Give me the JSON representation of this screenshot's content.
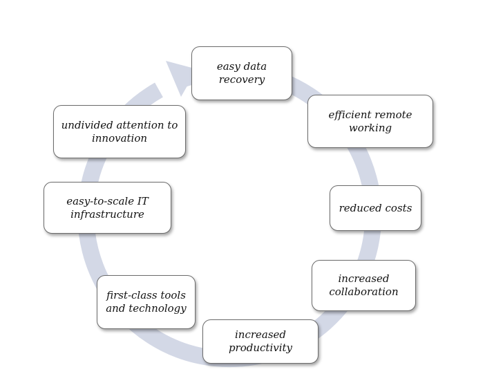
{
  "colors": {
    "ring": "#d3d8e6",
    "border": "#6b6b6b"
  },
  "steps": [
    {
      "label": "easy data recovery"
    },
    {
      "label": "efficient remote working"
    },
    {
      "label": "reduced costs"
    },
    {
      "label": "increased collaboration"
    },
    {
      "label": "increased productivity"
    },
    {
      "label": "first-class tools and technology"
    },
    {
      "label": "easy-to-scale IT infrastructure"
    },
    {
      "label": "undivided attention to innovation"
    }
  ]
}
